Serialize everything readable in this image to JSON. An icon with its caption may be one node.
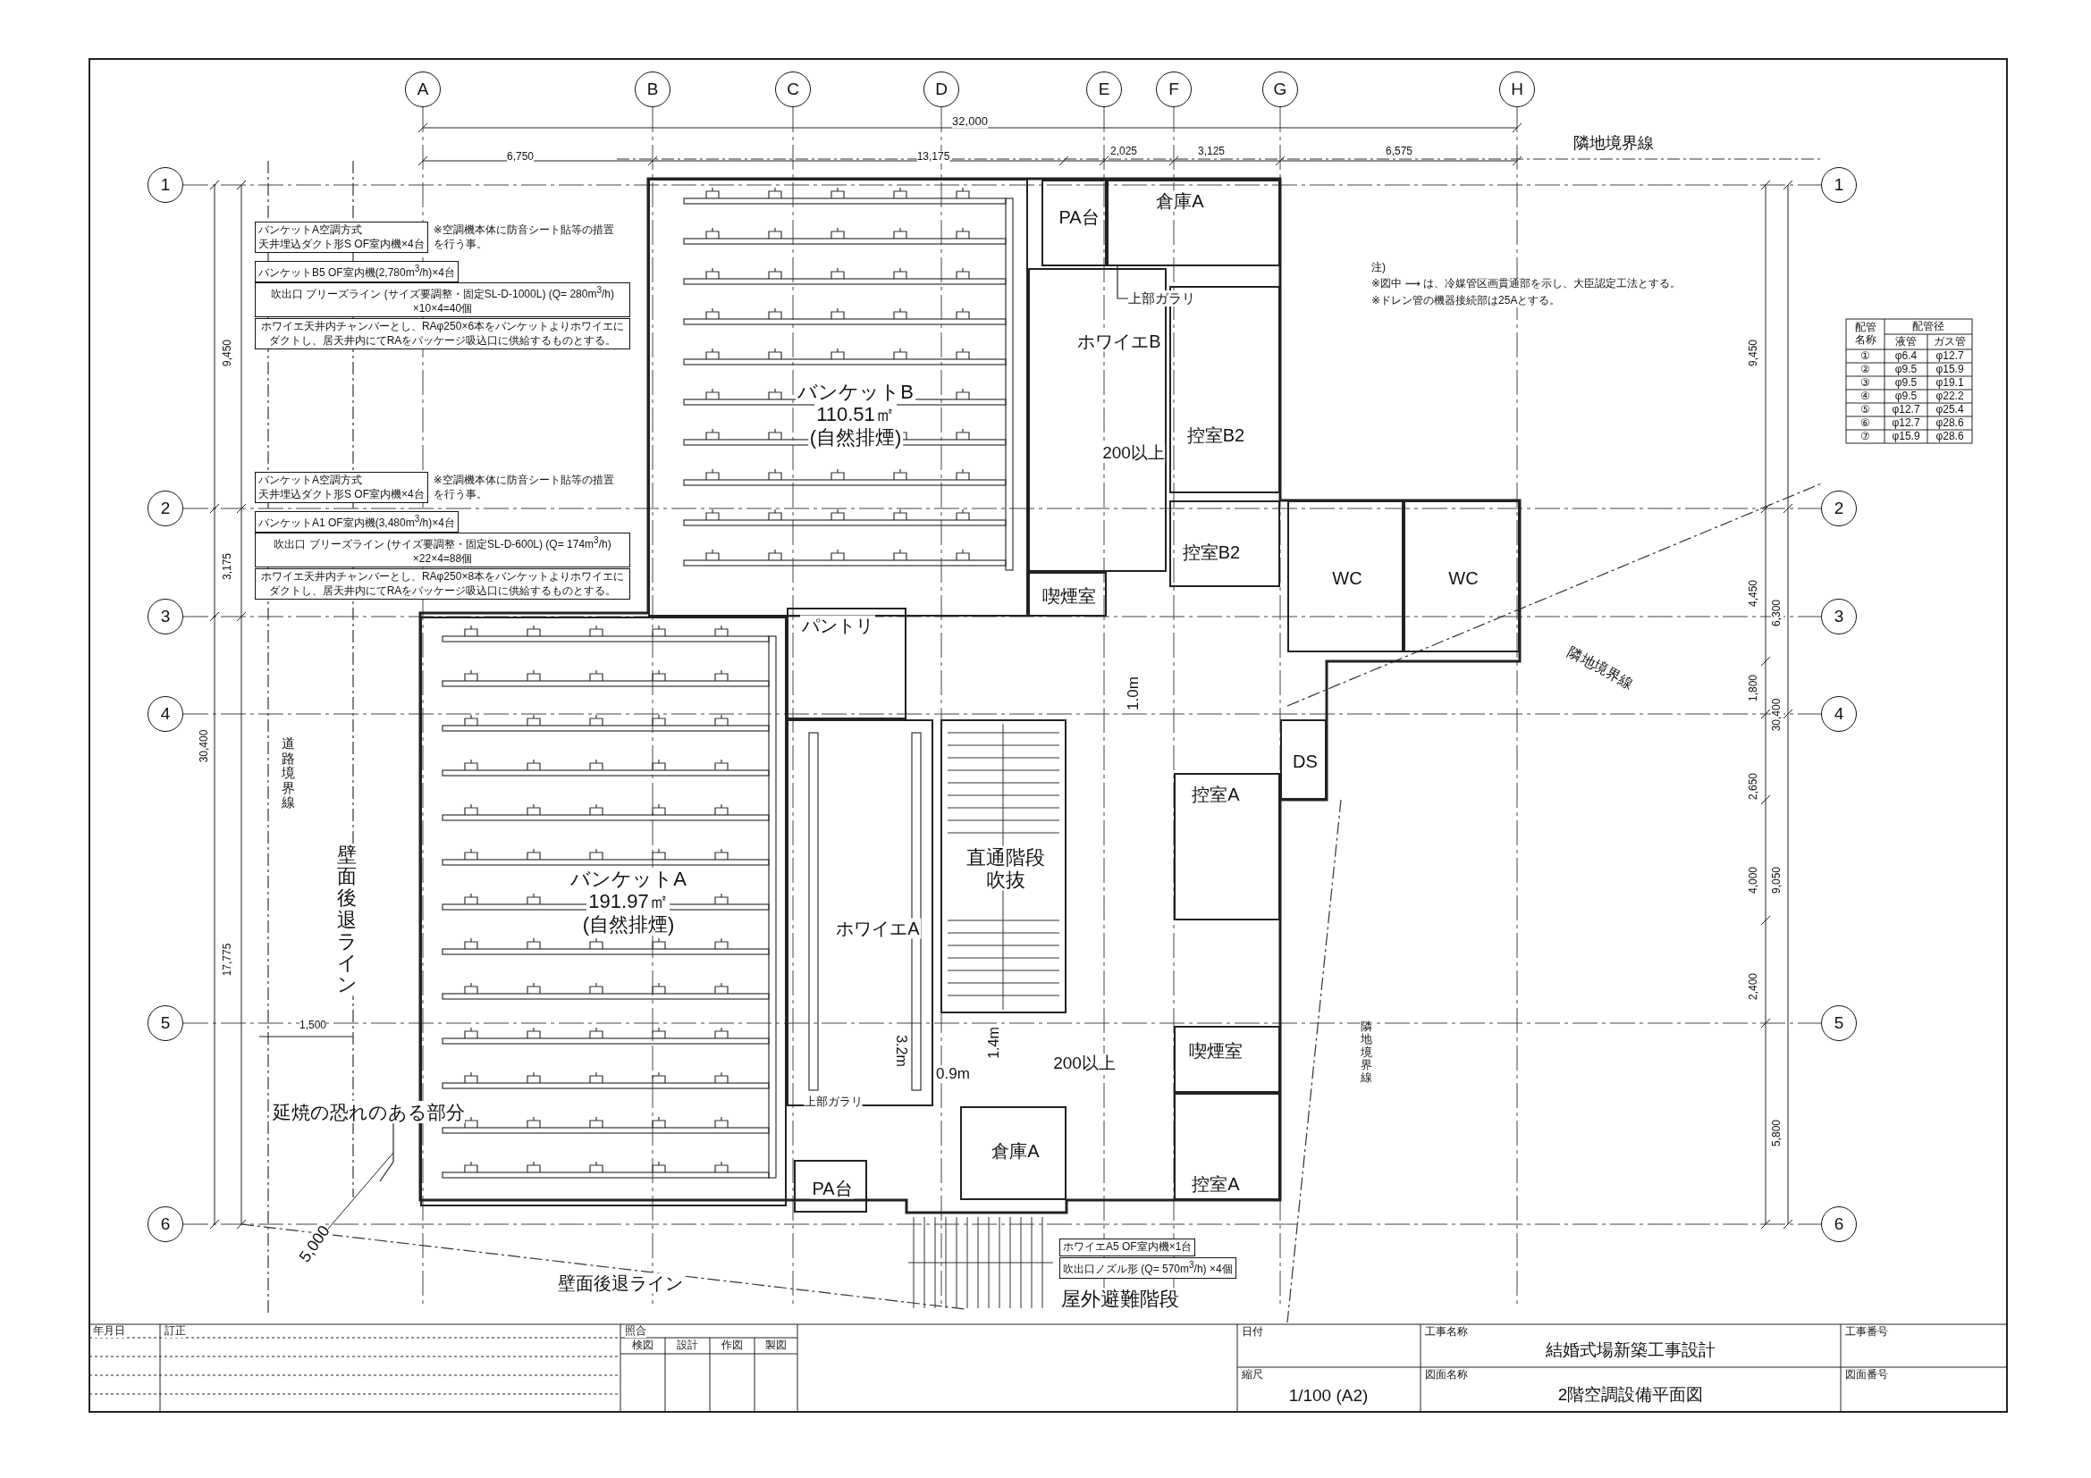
{
  "diagram": {
    "nodes": [
      {
        "text": [
          "A"
        ]
      },
      {
        "text": [
          "B"
        ]
      },
      {
        "text": [
          "C"
        ]
      },
      {
        "text": [
          "D"
        ]
      },
      {
        "text": [
          "E"
        ]
      },
      {
        "text": [
          "F"
        ]
      },
      {
        "text": [
          "G"
        ]
      },
      {
        "text": [
          "H"
        ]
      },
      {
        "text": [
          "1"
        ]
      },
      {
        "text": [
          "2"
        ]
      },
      {
        "text": [
          "3"
        ]
      },
      {
        "text": [
          "4"
        ]
      },
      {
        "text": [
          "5"
        ]
      },
      {
        "text": [
          "6"
        ]
      },
      {
        "text": [
          "1"
        ]
      },
      {
        "text": [
          "2"
        ]
      },
      {
        "text": [
          "3"
        ]
      },
      {
        "text": [
          "4"
        ]
      },
      {
        "text": [
          "5"
        ]
      },
      {
        "text": [
          "6"
        ]
      },
      {
        "text": [
          "バンケットA空調方式",
          "天井埋込ダクト形S OF室内機×4台"
        ],
        "beside": [
          "※空調機本体に防音シート貼等の措置を行う事。"
        ]
      },
      {
        "text": [
          "バンケットB5 OF室内機(2,780m$^{3}$/h)×4台"
        ]
      },
      {
        "text": [
          "吹出口 ブリーズライン (サイズ要調整・固定SL-D-1000L) (Q= 280m$^{3}$/h) ×10×4=40個"
        ]
      },
      {
        "text": [
          "ホワイエ天井内チャンバーとし、RAφ250×6本をバンケットよりホワイエにダクトし、居天井内にてRAをパッケージ吸込口に供給するものとする。"
        ]
      },
      {
        "text": [
          "倉庫A"
        ]
      },
      {
        "text": [
          "PA台"
        ]
      },
      {
        "text": [
          "上部ガラリ"
        ]
      },
      {
        "text": [
          "ホワイエB"
        ]
      },
      {
        "text": [
          "バンケットB",
          "110.51㎡",
          "(自然排煙)"
        ]
      },
      {
        "text": [
          "控室B2"
        ]
      },
      {
        "text": [
          "バンケットA空調方式",
          "天井埋込ダクト形S OF室内機×4台"
        ],
        "beside": [
          "※空調機本体に防音シート貼等の措置を行う事。"
        ]
      },
      {
        "text": [
          "バンケットA1 OF室内機(3,480m$^{3}$/h)×4台"
        ]
      },
      {
        "text": [
          "吹出口 ブリーズライン (サイズ要調整・固定SL-D-600L) (Q= 174m$^{3}$/h) ×22×4=88個"
        ]
      },
      {
        "text": [
          "ホワイエ天井内チャンバーとし、RAφ250×8本をバンケットよりホワイエにダクトし、居天井内にてRAをパッケージ吸込口に供給するものとする。"
        ]
      },
      {
        "text": [
          "控室B2"
        ]
      },
      {
        "text": [
          "WC"
        ]
      },
      {
        "text": [
          "WC"
        ]
      },
      {
        "text": [
          "喫煙室"
        ]
      },
      {
        "text": [
          "パントリ"
        ]
      },
      {
        "text": [
          "バンケットA",
          "191.97㎡",
          "(自然排煙)"
        ]
      },
      {
        "text": [
          "直通階段",
          "吹抜"
        ]
      },
      {
        "text": [
          "DS"
        ]
      },
      {
        "text": [
          "控室A"
        ]
      },
      {
        "text": [
          "ホワイエA"
        ]
      },
      {
        "text": [
          "喫煙室"
        ]
      },
      {
        "text": [
          "控室A"
        ]
      },
      {
        "text": [
          "倉庫A"
        ]
      },
      {
        "text": [
          "PA台"
        ]
      },
      {
        "text": [
          "延焼の恐れのある部分"
        ]
      },
      {
        "text": [
          "ホワイエA5 OF室内機×1台"
        ]
      },
      {
        "text": [
          "吹出口ノズル形 (Q= 570m$^{3}$/h) ×4個"
        ]
      }
    ],
    "edges": [
      {
        "from": 26,
        "to": 24,
        "arrow": "none"
      },
      {
        "from": 48,
        "to": null,
        "arrow": "none"
      }
    ],
    "labels": [
      "32,000",
      "6,750",
      "13,175",
      "2,025",
      "3,125",
      "6,575",
      "隣地境界線",
      "注)",
      "※図中 ⟿ は、冷媒管区画貫通部を示し、大臣認定工法とする。",
      "※ドレン管の機器接続部は25Aとする。",
      "配管名称",
      "配管径",
      "液管",
      "ガス管",
      "①",
      "φ6.4",
      "φ12.7",
      "②",
      "φ9.5",
      "φ15.9",
      "③",
      "φ9.5",
      "φ19.1",
      "④",
      "φ9.5",
      "φ22.2",
      "⑤",
      "φ12.7",
      "φ25.4",
      "⑥",
      "φ12.7",
      "φ28.6",
      "⑦",
      "φ15.9",
      "φ28.6",
      "9,450",
      "3,175",
      "30,400",
      "17,775",
      "9,450",
      "4,450",
      "6,300",
      "1,800",
      "2,650",
      "30,400",
      "4,000",
      "9,050",
      "2,400",
      "5,800",
      "道路境界線",
      "壁面後退ライン",
      "1,500",
      "5,000",
      "壁面後退ライン",
      "隣地境界線",
      "隣地境界線",
      "200以上",
      "1.0m",
      "200以上",
      "1.4m",
      "0.9m",
      "3.2m",
      "上部ガラリ",
      "屋外避難階段",
      "年月日",
      "訂正",
      "照合",
      "検図",
      "設計",
      "作図",
      "製図",
      "日付",
      "縮尺",
      "1/100 (A2)",
      "工事名称",
      "結婚式場新築工事設計",
      "図面名称",
      "2階空調設備平面図",
      "工事番号",
      "図面番号"
    ]
  }
}
